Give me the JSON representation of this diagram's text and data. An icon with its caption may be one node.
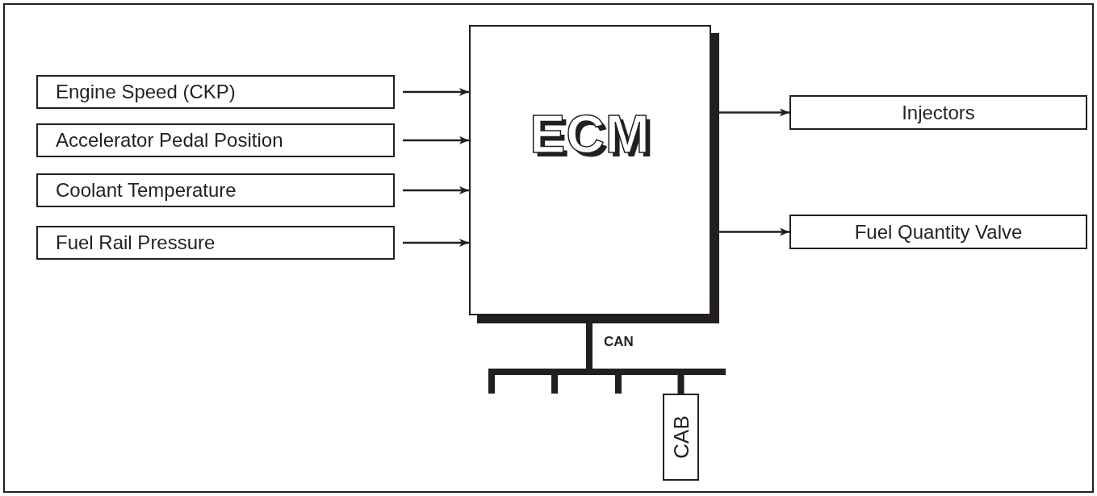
{
  "diagram": {
    "nodes": [
      {
        "text": [
          "ECM"
        ]
      },
      {
        "text": [
          "Engine Speed (CKP)"
        ]
      },
      {
        "text": [
          "Accelerator Pedal Position"
        ]
      },
      {
        "text": [
          "Coolant Temperature"
        ]
      },
      {
        "text": [
          "Fuel Rail Pressure"
        ]
      },
      {
        "text": [
          "Injectors"
        ]
      },
      {
        "text": [
          "Fuel Quantity Valve"
        ]
      },
      {
        "text": [
          "CAB"
        ]
      }
    ],
    "edges": [
      {
        "from": 1,
        "to": 0,
        "arrow": "to"
      },
      {
        "from": 2,
        "to": 0,
        "arrow": "to"
      },
      {
        "from": 3,
        "to": 0,
        "arrow": "to"
      },
      {
        "from": 4,
        "to": 0,
        "arrow": "to"
      },
      {
        "from": 0,
        "to": 5,
        "arrow": "to"
      },
      {
        "from": 0,
        "to": 6,
        "arrow": "to"
      },
      {
        "from": 0,
        "to": 7,
        "arrow": "none",
        "label": "CAN",
        "style": "thick"
      }
    ]
  }
}
